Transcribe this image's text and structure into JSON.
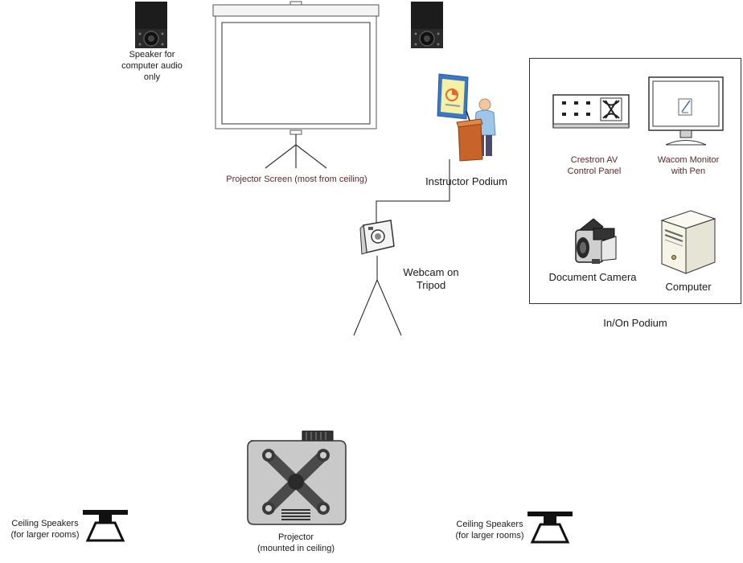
{
  "labels": {
    "speaker_top": [
      "Speaker for",
      "computer audio",
      "only"
    ],
    "projector_screen": "Projector Screen (most from ceiling)",
    "instructor_podium": "Instructor Podium",
    "webcam": [
      "Webcam on",
      "Tripod"
    ],
    "crestron": [
      "Crestron AV",
      "Control Panel"
    ],
    "wacom": [
      "Wacom Monitor",
      "with Pen"
    ],
    "document_camera": "Document Camera",
    "computer": "Computer",
    "in_on_podium": "In/On Podium",
    "ceiling_speakers_left": [
      "Ceiling Speakers",
      "(for larger rooms)"
    ],
    "ceiling_speakers_right": [
      "Ceiling Speakers",
      "(for larger rooms)"
    ],
    "projector": [
      "Projector",
      "(mounted in ceiling)"
    ]
  },
  "colors": {
    "line": "#1a1a1a",
    "speaker_body": "#1c1c1c",
    "podium_wood": "#c8642a",
    "screen_frame": "#555555",
    "projector_body": "#c9c9c9"
  }
}
